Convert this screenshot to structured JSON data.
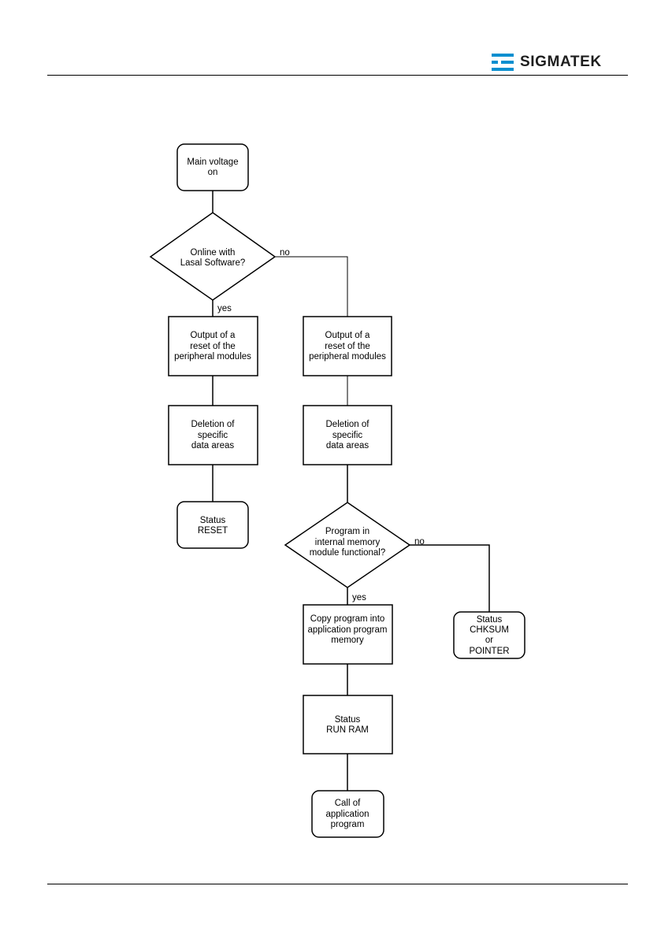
{
  "header": {
    "logo_text": "SIGMATEK",
    "brand_color": "#0a8fd0"
  },
  "flowchart": {
    "nodes": {
      "start": [
        "Main voltage",
        "on"
      ],
      "decision_online": [
        "Online with",
        "Lasal Software?"
      ],
      "reset_left": [
        "Output of a",
        "reset of the",
        "peripheral modules"
      ],
      "reset_right": [
        "Output of a",
        "reset of the",
        "peripheral modules"
      ],
      "delete_left": [
        "Deletion of",
        "specific",
        "data areas"
      ],
      "delete_right": [
        "Deletion of",
        "specific",
        "data areas"
      ],
      "status_reset": [
        "Status",
        "RESET"
      ],
      "decision_program": [
        "Program in",
        "internal memory",
        "module functional?"
      ],
      "copy_program": [
        "Copy program into",
        "application program",
        "memory"
      ],
      "status_chksum": [
        "Status",
        "CHKSUM",
        "or",
        "POINTER"
      ],
      "status_runram": [
        "Status",
        "RUN RAM"
      ],
      "call_app": [
        "Call of",
        "application",
        "program"
      ]
    },
    "edge_labels": {
      "online_no": "no",
      "online_yes": "yes",
      "program_no": "no",
      "program_yes": "yes"
    }
  }
}
